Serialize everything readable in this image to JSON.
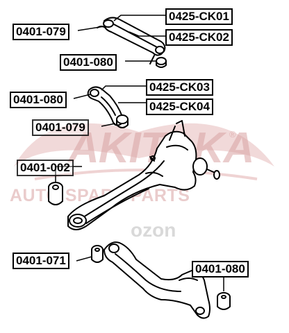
{
  "watermark": {
    "brand": "AKITAKA",
    "subtitle": "AUTO SPARE PARTS",
    "registered": "®",
    "brand_color": "#d9a3a3",
    "marketplace": "ozon"
  },
  "labels": {
    "pn_0425_ck01": "0425-CK01",
    "pn_0425_ck02": "0425-CK02",
    "pn_0401_079_top": "0401-079",
    "pn_0401_080_top": "0401-080",
    "pn_0401_080_mid": "0401-080",
    "pn_0425_ck03": "0425-CK03",
    "pn_0425_ck04": "0425-CK04",
    "pn_0401_079_mid": "0401-079",
    "pn_0401_002": "0401-002",
    "pn_0401_071": "0401-071",
    "pn_0401_080_bottom": "0401-080"
  }
}
